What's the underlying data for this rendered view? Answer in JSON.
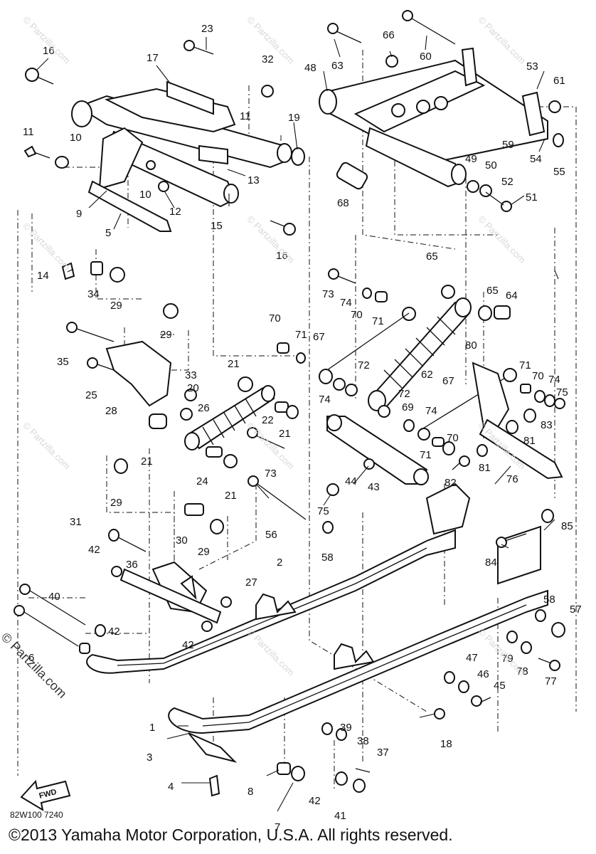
{
  "diagram_code": "82W100 7240",
  "copyright": "©2013  Yamaha Motor Corporation, U.S.A. All rights reserved.",
  "side_watermark": "© Partzilla.com",
  "watermark_text": "© Partzilla.com",
  "fwd_label": "FWD",
  "callouts": [
    {
      "id": "c16a",
      "label": "16"
    },
    {
      "id": "c17",
      "label": "17"
    },
    {
      "id": "c23",
      "label": "23"
    },
    {
      "id": "c32",
      "label": "32"
    },
    {
      "id": "c11a",
      "label": "11"
    },
    {
      "id": "c10a",
      "label": "10"
    },
    {
      "id": "c11b",
      "label": "11"
    },
    {
      "id": "c19",
      "label": "19"
    },
    {
      "id": "c13",
      "label": "13"
    },
    {
      "id": "c10b",
      "label": "10"
    },
    {
      "id": "c12",
      "label": "12"
    },
    {
      "id": "c9",
      "label": "9"
    },
    {
      "id": "c5",
      "label": "5"
    },
    {
      "id": "c15",
      "label": "15"
    },
    {
      "id": "c16b",
      "label": "16"
    },
    {
      "id": "c14",
      "label": "14"
    },
    {
      "id": "c34",
      "label": "34"
    },
    {
      "id": "c29a",
      "label": "29"
    },
    {
      "id": "c29b",
      "label": "29"
    },
    {
      "id": "c35",
      "label": "35"
    },
    {
      "id": "c25",
      "label": "25"
    },
    {
      "id": "c28",
      "label": "28"
    },
    {
      "id": "c33",
      "label": "33"
    },
    {
      "id": "c26",
      "label": "26"
    },
    {
      "id": "c20",
      "label": "20"
    },
    {
      "id": "c21a",
      "label": "21"
    },
    {
      "id": "c22",
      "label": "22"
    },
    {
      "id": "c21b",
      "label": "21"
    },
    {
      "id": "c21c",
      "label": "21"
    },
    {
      "id": "c24",
      "label": "24"
    },
    {
      "id": "c21d",
      "label": "21"
    },
    {
      "id": "c29c",
      "label": "29"
    },
    {
      "id": "c30",
      "label": "30"
    },
    {
      "id": "c29d",
      "label": "29"
    },
    {
      "id": "c31",
      "label": "31"
    },
    {
      "id": "c42a",
      "label": "42"
    },
    {
      "id": "c36",
      "label": "36"
    },
    {
      "id": "c27",
      "label": "27"
    },
    {
      "id": "c2",
      "label": "2"
    },
    {
      "id": "c40",
      "label": "40"
    },
    {
      "id": "c42b",
      "label": "42"
    },
    {
      "id": "c42c",
      "label": "42"
    },
    {
      "id": "c6",
      "label": "6"
    },
    {
      "id": "c1",
      "label": "1"
    },
    {
      "id": "c3",
      "label": "3"
    },
    {
      "id": "c4",
      "label": "4"
    },
    {
      "id": "c8",
      "label": "8"
    },
    {
      "id": "c7",
      "label": "7"
    },
    {
      "id": "c39",
      "label": "39"
    },
    {
      "id": "c38",
      "label": "38"
    },
    {
      "id": "c37",
      "label": "37"
    },
    {
      "id": "c42d",
      "label": "42"
    },
    {
      "id": "c41",
      "label": "41"
    },
    {
      "id": "c18",
      "label": "18"
    },
    {
      "id": "c63",
      "label": "63"
    },
    {
      "id": "c66",
      "label": "66"
    },
    {
      "id": "c60",
      "label": "60"
    },
    {
      "id": "c48",
      "label": "48"
    },
    {
      "id": "c53",
      "label": "53"
    },
    {
      "id": "c61",
      "label": "61"
    },
    {
      "id": "c59",
      "label": "59"
    },
    {
      "id": "c54",
      "label": "54"
    },
    {
      "id": "c55",
      "label": "55"
    },
    {
      "id": "c49",
      "label": "49"
    },
    {
      "id": "c50",
      "label": "50"
    },
    {
      "id": "c52",
      "label": "52"
    },
    {
      "id": "c51",
      "label": "51"
    },
    {
      "id": "c68",
      "label": "68"
    },
    {
      "id": "c65a",
      "label": "65"
    },
    {
      "id": "c65b",
      "label": "65"
    },
    {
      "id": "c64",
      "label": "64"
    },
    {
      "id": "c73a",
      "label": "73"
    },
    {
      "id": "c74a",
      "label": "74"
    },
    {
      "id": "c70a",
      "label": "70"
    },
    {
      "id": "c71a",
      "label": "71"
    },
    {
      "id": "c70b",
      "label": "70"
    },
    {
      "id": "c71b",
      "label": "71"
    },
    {
      "id": "c67a",
      "label": "67"
    },
    {
      "id": "c72a",
      "label": "72"
    },
    {
      "id": "c74b",
      "label": "74"
    },
    {
      "id": "c62",
      "label": "62"
    },
    {
      "id": "c80",
      "label": "80"
    },
    {
      "id": "c71c",
      "label": "71"
    },
    {
      "id": "c70c",
      "label": "70"
    },
    {
      "id": "c74c",
      "label": "74"
    },
    {
      "id": "c75a",
      "label": "75"
    },
    {
      "id": "c67b",
      "label": "67"
    },
    {
      "id": "c72b",
      "label": "72"
    },
    {
      "id": "c69",
      "label": "69"
    },
    {
      "id": "c74d",
      "label": "74"
    },
    {
      "id": "c83",
      "label": "83"
    },
    {
      "id": "c81a",
      "label": "81"
    },
    {
      "id": "c70d",
      "label": "70"
    },
    {
      "id": "c71d",
      "label": "71"
    },
    {
      "id": "c81b",
      "label": "81"
    },
    {
      "id": "c73b",
      "label": "73"
    },
    {
      "id": "c44",
      "label": "44"
    },
    {
      "id": "c43",
      "label": "43"
    },
    {
      "id": "c82",
      "label": "82"
    },
    {
      "id": "c76",
      "label": "76"
    },
    {
      "id": "c75b",
      "label": "75"
    },
    {
      "id": "c56",
      "label": "56"
    },
    {
      "id": "c58a",
      "label": "58"
    },
    {
      "id": "c85",
      "label": "85"
    },
    {
      "id": "c84",
      "label": "84"
    },
    {
      "id": "c58b",
      "label": "58"
    },
    {
      "id": "c57",
      "label": "57"
    },
    {
      "id": "c79",
      "label": "79"
    },
    {
      "id": "c78",
      "label": "78"
    },
    {
      "id": "c77",
      "label": "77"
    },
    {
      "id": "c47",
      "label": "47"
    },
    {
      "id": "c46",
      "label": "46"
    },
    {
      "id": "c45",
      "label": "45"
    }
  ]
}
